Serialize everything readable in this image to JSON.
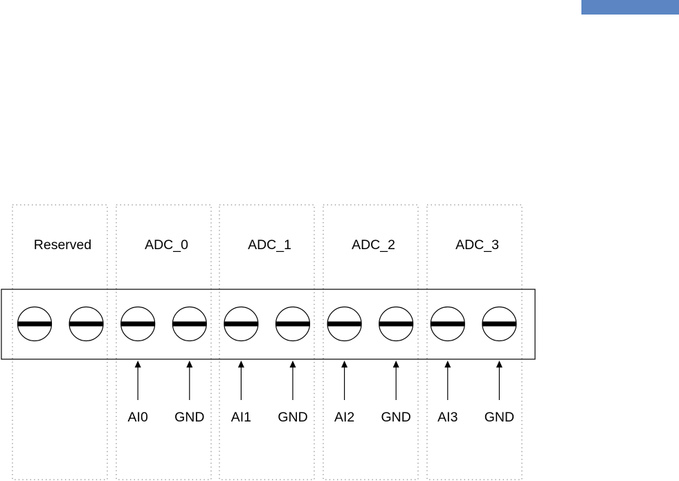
{
  "header": {
    "accent_color": "#5b86c3"
  },
  "connector": {
    "groups": [
      {
        "label": "Reserved"
      },
      {
        "label": "ADC_0"
      },
      {
        "label": "ADC_1"
      },
      {
        "label": "ADC_2"
      },
      {
        "label": "ADC_3"
      }
    ],
    "screw_count": 10,
    "pins": [
      {
        "label": "AI0"
      },
      {
        "label": "GND"
      },
      {
        "label": "AI1"
      },
      {
        "label": "GND"
      },
      {
        "label": "AI2"
      },
      {
        "label": "GND"
      },
      {
        "label": "AI3"
      },
      {
        "label": "GND"
      }
    ]
  }
}
